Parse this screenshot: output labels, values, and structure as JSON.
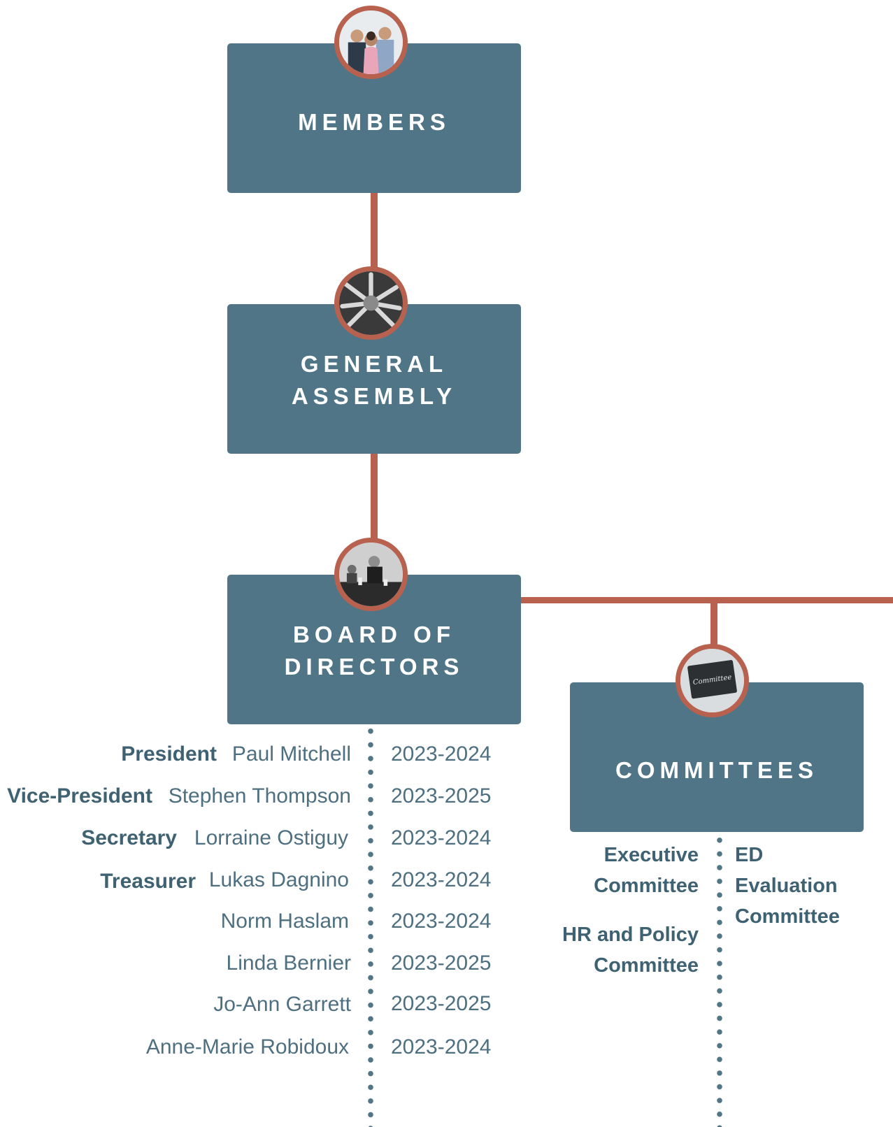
{
  "colors": {
    "box": "#507586",
    "connector": "#b8614f",
    "role_text": "#3f6273",
    "body_text": "#4d6f80"
  },
  "members": {
    "title": "MEMBERS",
    "icon": "people-photo-icon"
  },
  "general_assembly": {
    "title_line1": "GENERAL",
    "title_line2": "ASSEMBLY",
    "icon": "hands-together-photo-icon"
  },
  "board": {
    "title_line1": "BOARD OF",
    "title_line2": "DIRECTORS",
    "icon": "meeting-photo-icon",
    "rows": [
      {
        "role": "President",
        "name": "Paul Mitchell",
        "term": "2023-2024"
      },
      {
        "role": "Vice-President",
        "name": "Stephen Thompson",
        "term": "2023-2025"
      },
      {
        "role": "Secretary",
        "name": "Lorraine Ostiguy",
        "term": "2023-2024"
      },
      {
        "role": "Treasurer",
        "name": "Lukas Dagnino",
        "term": "2023-2024"
      },
      {
        "role": "",
        "name": "Norm Haslam",
        "term": "2023-2024"
      },
      {
        "role": "",
        "name": "Linda Bernier",
        "term": "2023-2025"
      },
      {
        "role": "",
        "name": "Jo-Ann Garrett",
        "term": "2023-2025"
      },
      {
        "role": "",
        "name": "Anne-Marie Robidoux",
        "term": "2023-2024"
      }
    ]
  },
  "committees": {
    "title": "COMMITTEES",
    "icon": "committee-chalkboard-photo-icon",
    "left": [
      {
        "line1": "Executive",
        "line2": "Committee"
      },
      {
        "line1": "HR and Policy",
        "line2": "Committee"
      }
    ],
    "right": [
      {
        "line1": "ED",
        "line2": "Evaluation",
        "line3": "Committee"
      }
    ]
  }
}
